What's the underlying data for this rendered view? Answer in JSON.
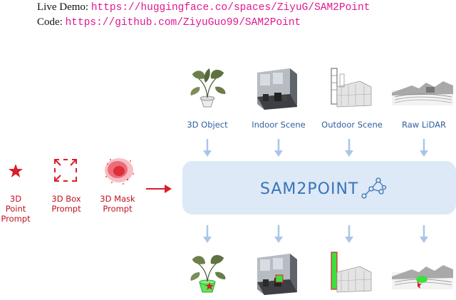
{
  "links": {
    "demo_label": "Live Demo:",
    "demo_url": "https://huggingface.co/spaces/ZiyuG/SAM2Point",
    "code_label": "Code:",
    "code_url": "https://github.com/ZiyuGuo99/SAM2Point"
  },
  "inputs": [
    {
      "label": "3D Object"
    },
    {
      "label": "Indoor Scene"
    },
    {
      "label": "Outdoor Scene"
    },
    {
      "label": "Raw LiDAR"
    }
  ],
  "prompts": [
    {
      "label_line1": "3D Point",
      "label_line2": "Prompt",
      "icon": "star-icon"
    },
    {
      "label_line1": "3D Box",
      "label_line2": "Prompt",
      "icon": "box-icon"
    },
    {
      "label_line1": "3D Mask",
      "label_line2": "Prompt",
      "icon": "point-cloud-icon"
    }
  ],
  "hub": {
    "title": "SAM2POINT",
    "icon": "graph-icon"
  },
  "colors": {
    "accent_blue": "#3a74b9",
    "hub_bg": "#dde9f6",
    "prompt_red": "#c1121f",
    "link_pink": "#e0188f",
    "segment_green": "#3ee03e"
  }
}
